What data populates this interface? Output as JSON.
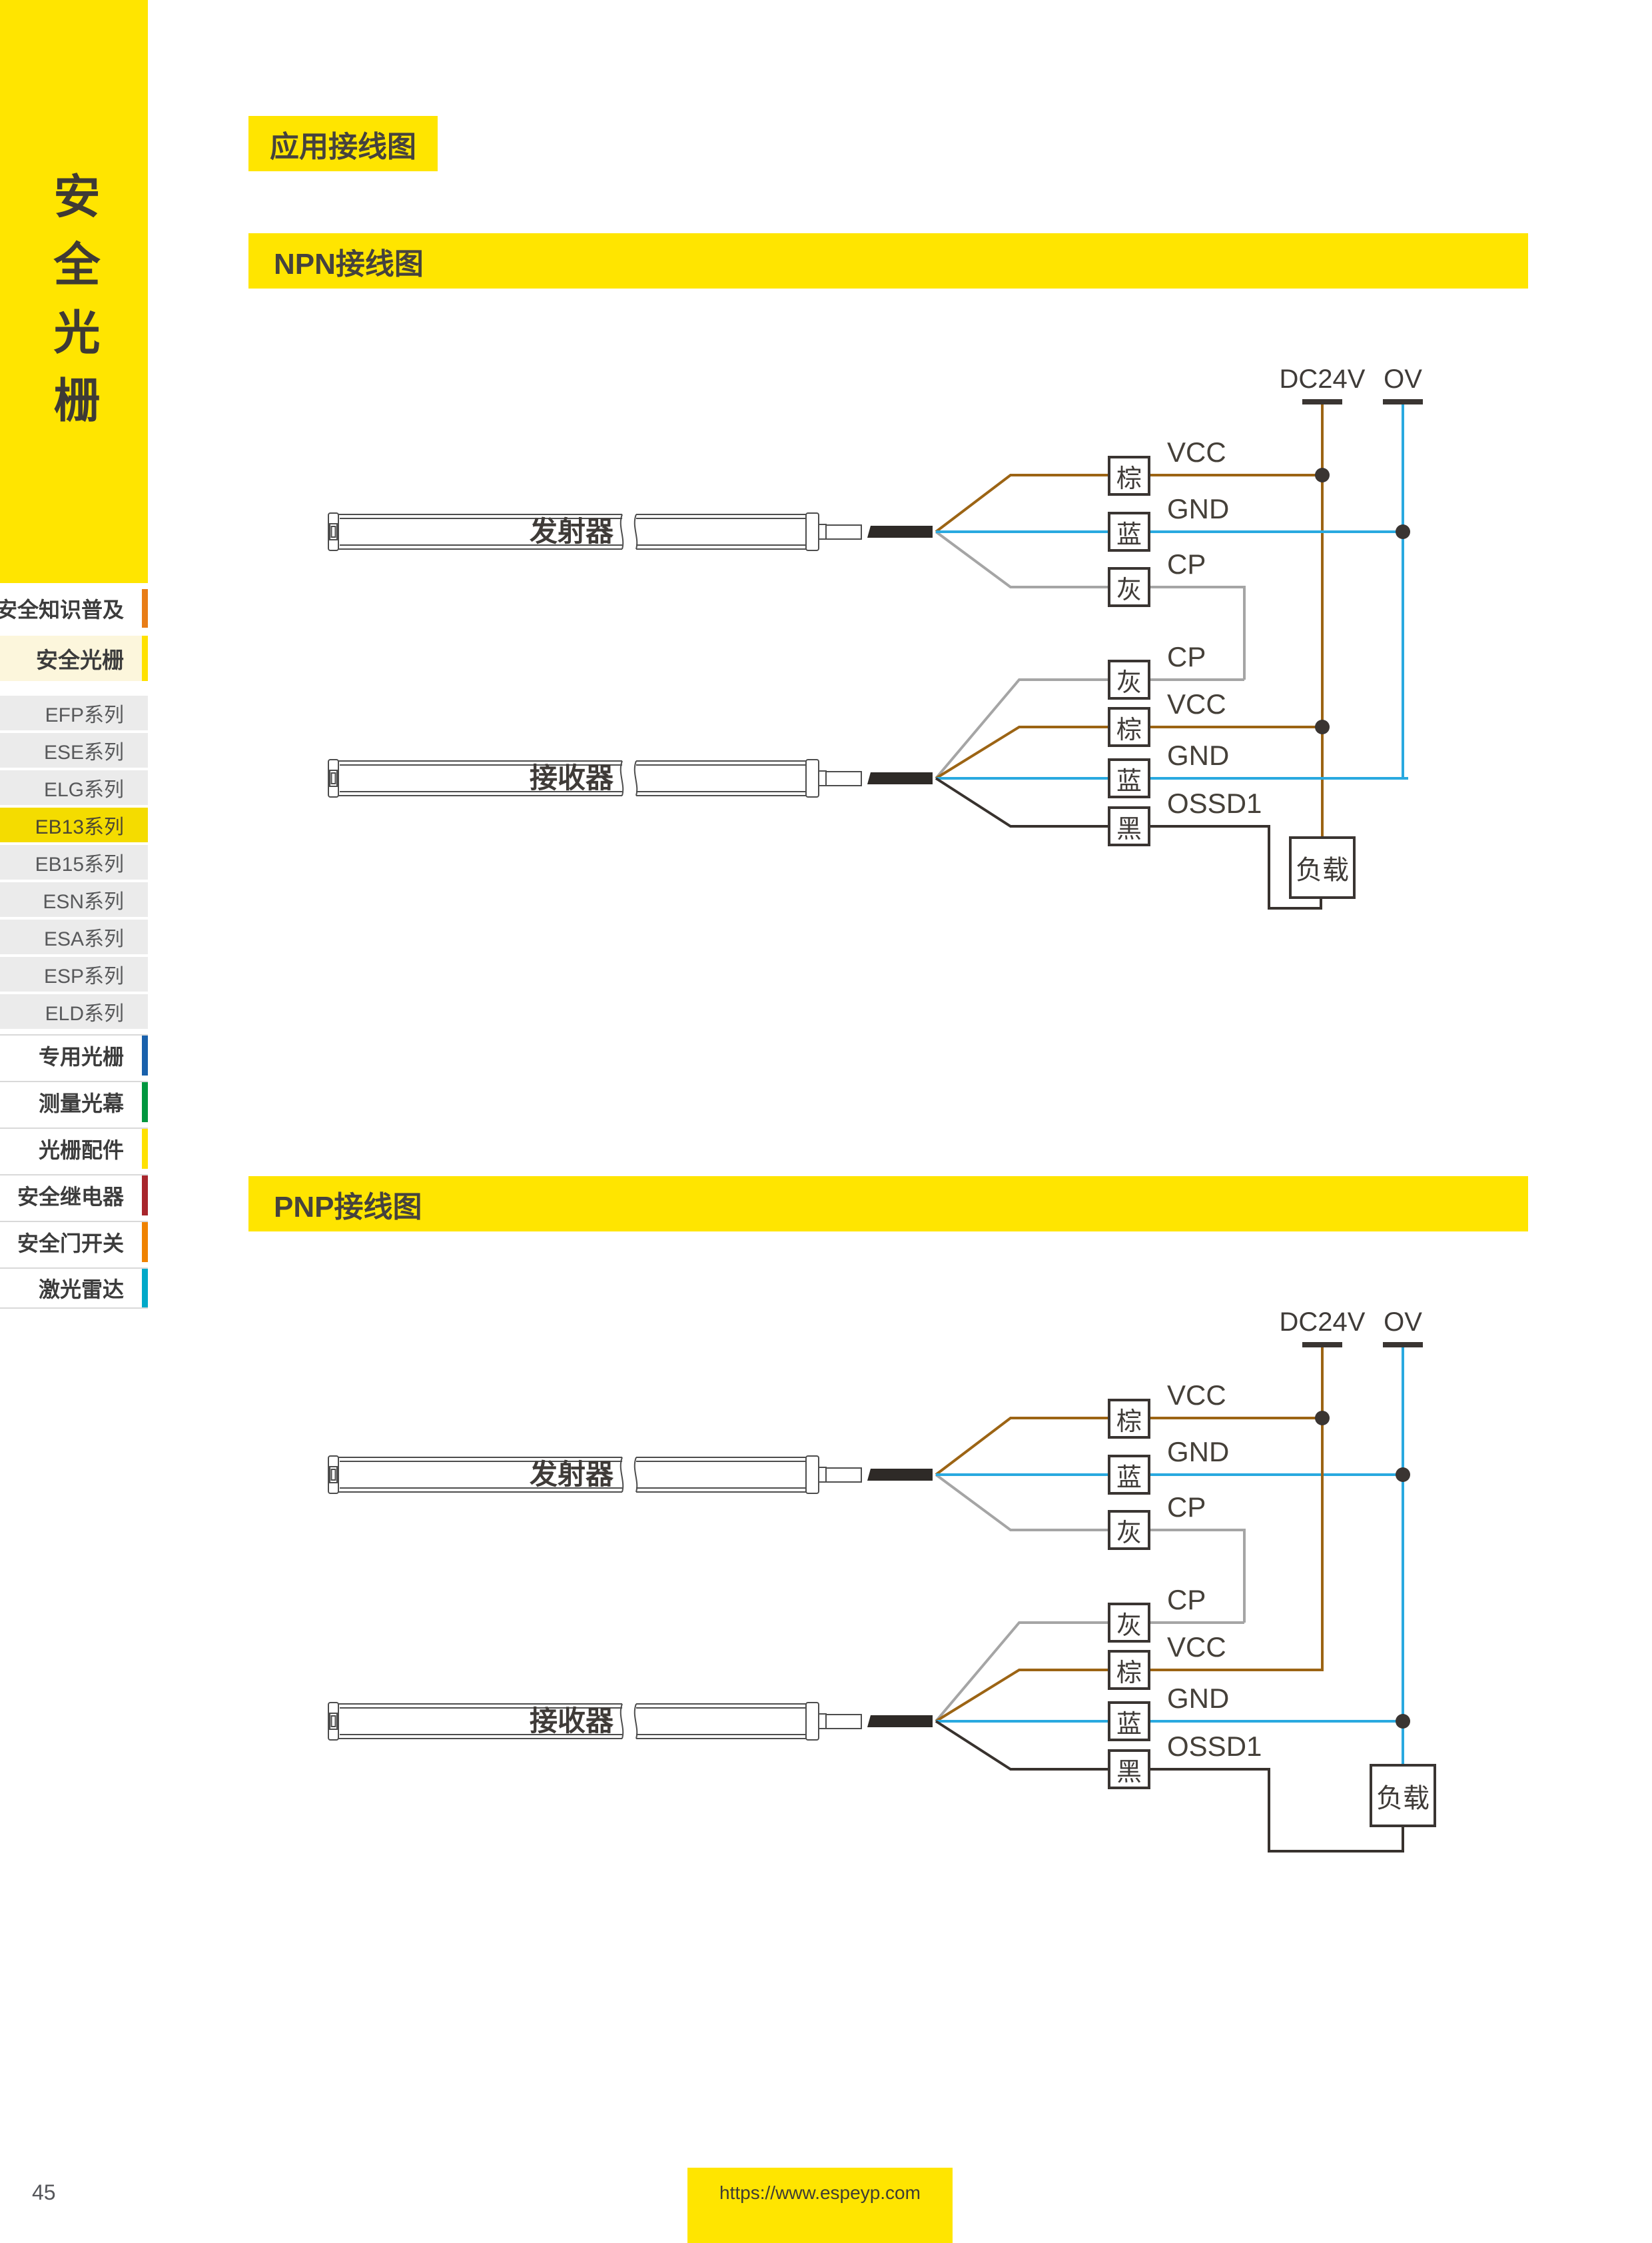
{
  "headers": {
    "badge": "应用接线图",
    "npn": "NPN接线图",
    "pnp": "PNP接线图"
  },
  "sidebar": {
    "banner": "安全光栅",
    "items": [
      {
        "label": "安全知识普及"
      },
      {
        "label": "安全光栅"
      },
      {
        "label": "EFP系列"
      },
      {
        "label": "ESE系列"
      },
      {
        "label": "ELG系列"
      },
      {
        "label": "EB13系列"
      },
      {
        "label": "EB15系列"
      },
      {
        "label": "ESN系列"
      },
      {
        "label": "ESA系列"
      },
      {
        "label": "ESP系列"
      },
      {
        "label": "ELD系列"
      },
      {
        "label": "专用光栅"
      },
      {
        "label": "测量光幕"
      },
      {
        "label": "光栅配件"
      },
      {
        "label": "安全继电器"
      },
      {
        "label": "安全门开关"
      },
      {
        "label": "激光雷达"
      }
    ],
    "active_item": "EB13系列"
  },
  "devices": {
    "transmitter": "发射器",
    "receiver": "接收器"
  },
  "wiring": {
    "rails": [
      "DC24V",
      "OV"
    ],
    "transmitter_rows": [
      {
        "wire": "棕",
        "signal": "VCC"
      },
      {
        "wire": "蓝",
        "signal": "GND"
      },
      {
        "wire": "灰",
        "signal": "CP"
      }
    ],
    "receiver_rows": [
      {
        "wire": "灰",
        "signal": "CP"
      },
      {
        "wire": "棕",
        "signal": "VCC"
      },
      {
        "wire": "蓝",
        "signal": "GND"
      },
      {
        "wire": "黑",
        "signal": "OSSD1"
      }
    ],
    "load_label": "负载"
  },
  "footer": {
    "page_number": "45",
    "url": "https://www.espeyp.com"
  },
  "colors": {
    "brand_yellow": "#FFE500",
    "active_series_yellow": "#F4DC00",
    "wire_brown": "#9C6414",
    "wire_blue": "#29A9E0",
    "wire_gray": "#A5A5A5",
    "wire_black": "#38322E",
    "accent_orange": "#E87D17",
    "accent_yellow": "#FFE100",
    "accent_blue": "#1961AC",
    "accent_green": "#00963F",
    "accent_red": "#A8262C",
    "accent_orange2": "#EF8200",
    "accent_cyan": "#00A9C9"
  }
}
